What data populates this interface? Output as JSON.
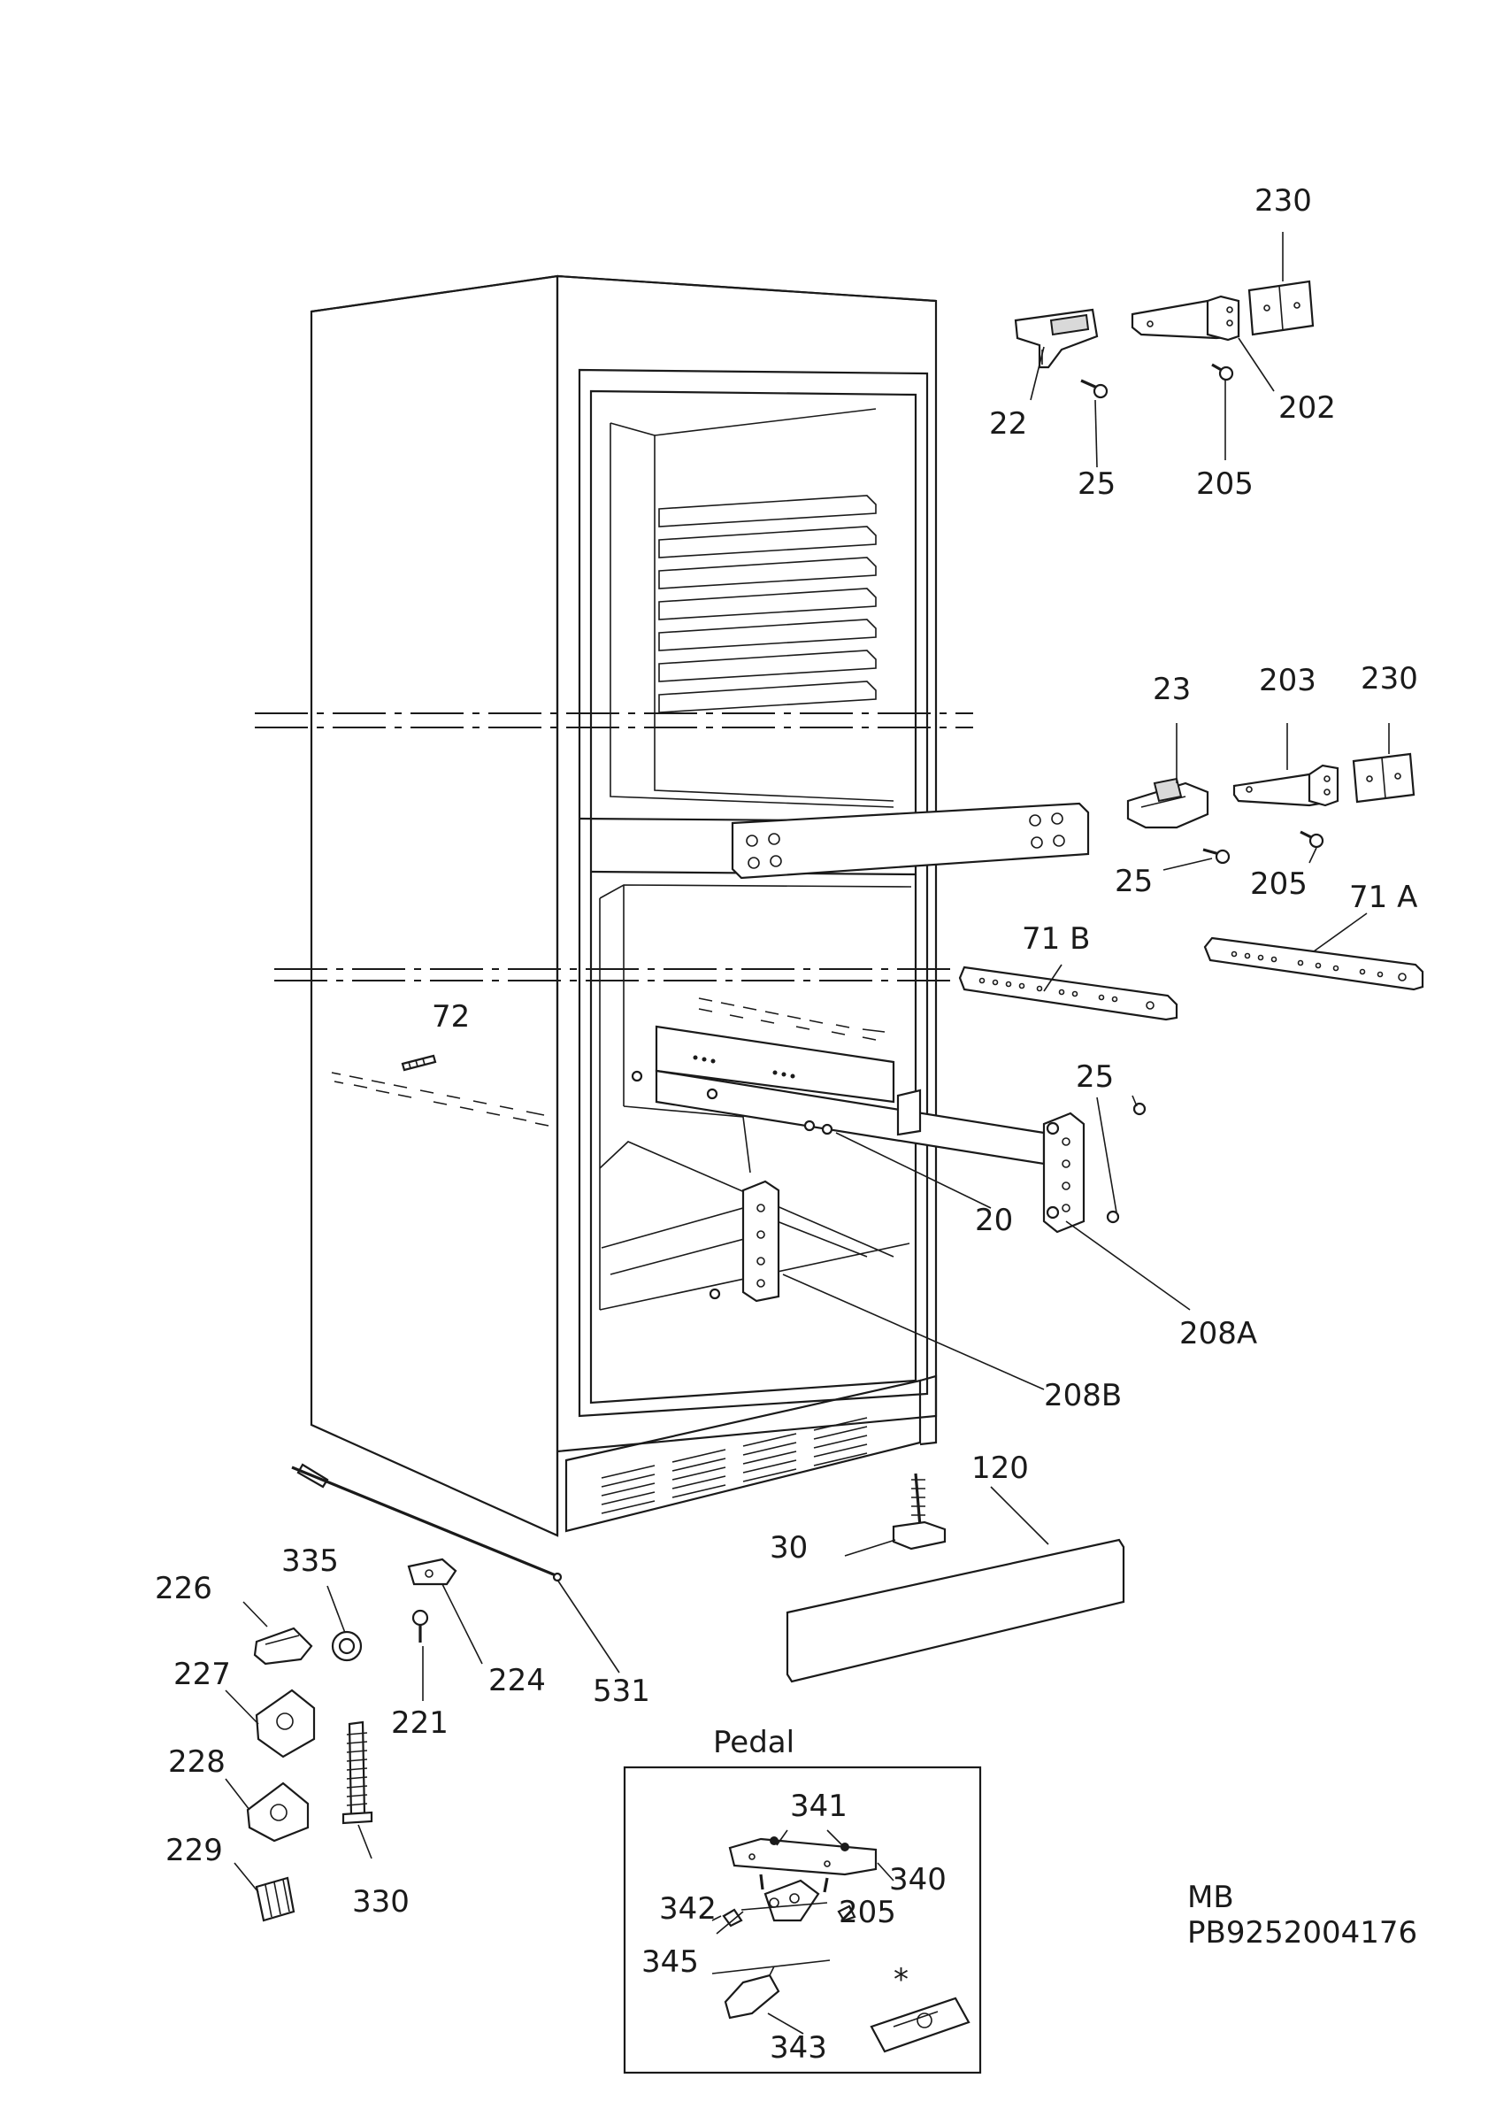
{
  "labels": [
    {
      "id": "230-top",
      "text": "230"
    },
    {
      "id": "22",
      "text": "22"
    },
    {
      "id": "25-top",
      "text": "25"
    },
    {
      "id": "202",
      "text": "202"
    },
    {
      "id": "205-top",
      "text": "205"
    },
    {
      "id": "23",
      "text": "23"
    },
    {
      "id": "203",
      "text": "203"
    },
    {
      "id": "230-mid",
      "text": "230"
    },
    {
      "id": "25-mid",
      "text": "25"
    },
    {
      "id": "205-mid",
      "text": "205"
    },
    {
      "id": "71A",
      "text": "71 A"
    },
    {
      "id": "71B",
      "text": "71 B"
    },
    {
      "id": "72",
      "text": "72"
    },
    {
      "id": "25-right",
      "text": "25"
    },
    {
      "id": "20",
      "text": "20"
    },
    {
      "id": "208A",
      "text": "208A"
    },
    {
      "id": "208B",
      "text": "208B"
    },
    {
      "id": "120",
      "text": "120"
    },
    {
      "id": "30",
      "text": "30"
    },
    {
      "id": "335",
      "text": "335"
    },
    {
      "id": "226",
      "text": "226"
    },
    {
      "id": "227",
      "text": "227"
    },
    {
      "id": "224",
      "text": "224"
    },
    {
      "id": "221",
      "text": "221"
    },
    {
      "id": "531",
      "text": "531"
    },
    {
      "id": "228",
      "text": "228"
    },
    {
      "id": "229",
      "text": "229"
    },
    {
      "id": "330",
      "text": "330"
    },
    {
      "id": "341",
      "text": "341"
    },
    {
      "id": "340",
      "text": "340"
    },
    {
      "id": "342",
      "text": "342"
    },
    {
      "id": "205-pedal",
      "text": "205"
    },
    {
      "id": "345",
      "text": "345"
    },
    {
      "id": "343",
      "text": "343"
    }
  ],
  "inset": {
    "title": "Pedal"
  },
  "doc": {
    "model": "MB",
    "code": "PB9252004176"
  }
}
